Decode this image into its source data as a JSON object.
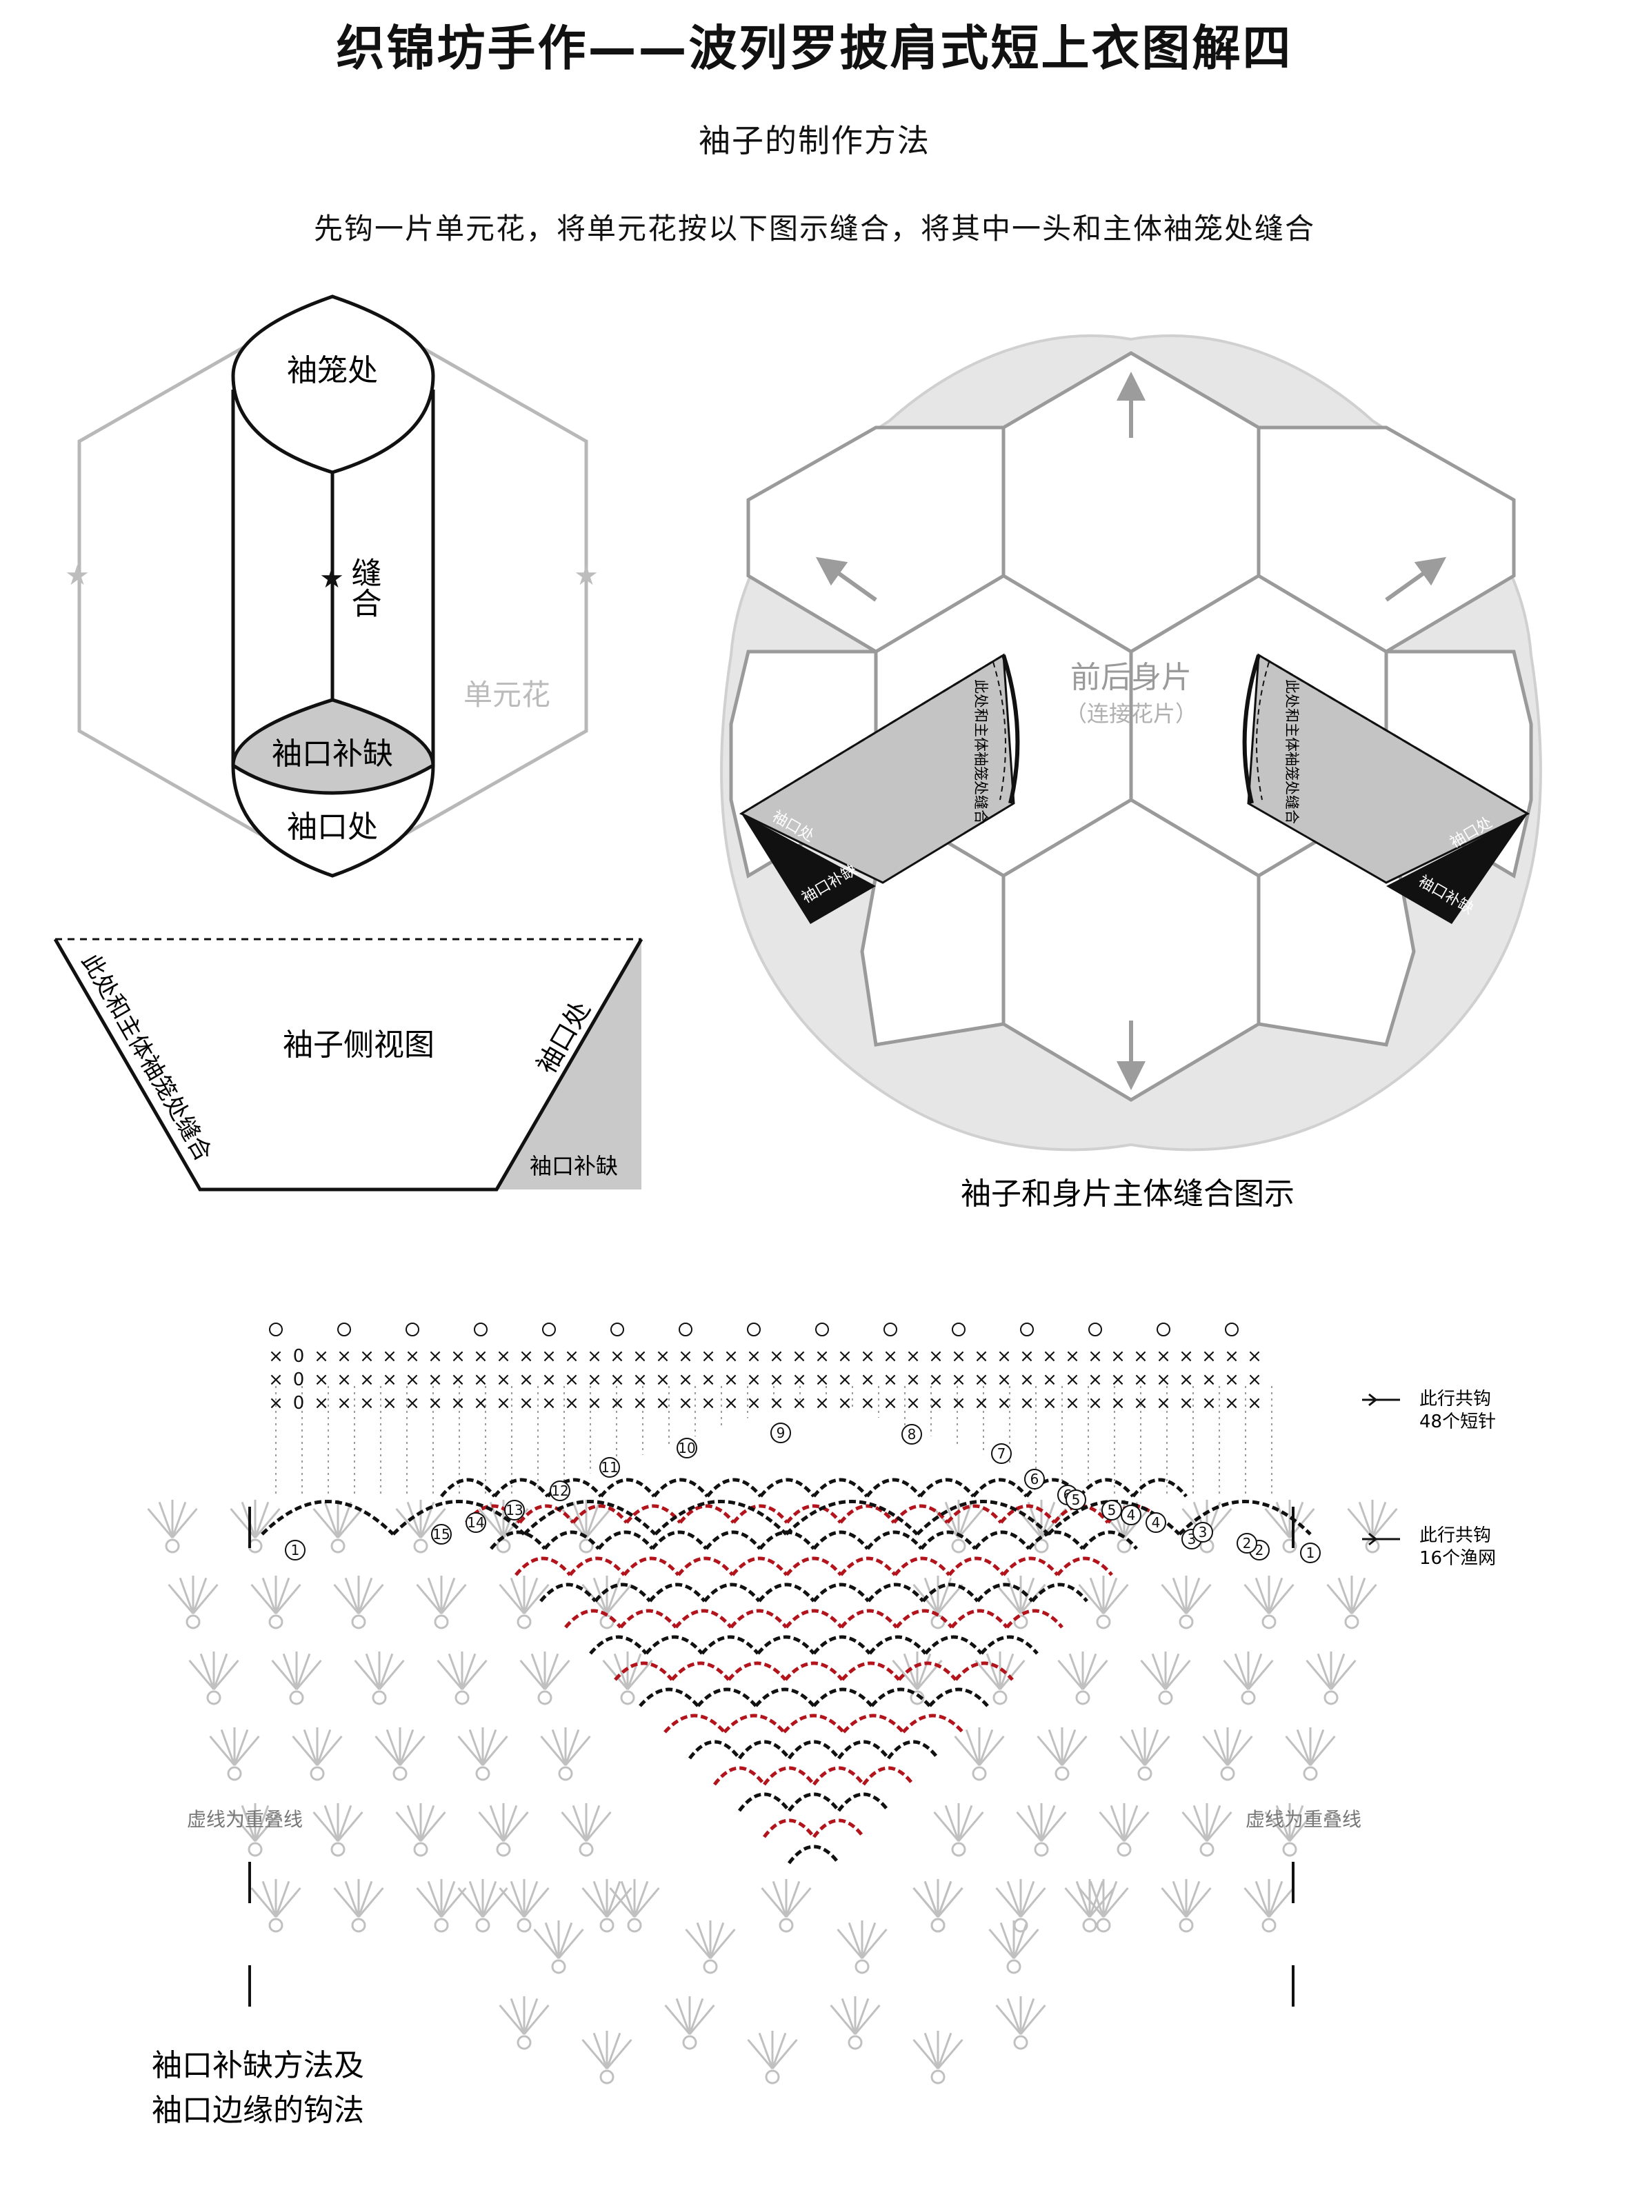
{
  "title": "织锦坊手作——波列罗披肩式短上衣图解四",
  "subtitle": "袖子的制作方法",
  "instruction": "先钩一片单元花，将单元花按以下图示缝合，将其中一头和主体袖笼处缝合",
  "tube_diagram": {
    "top_label": "袖笼处",
    "seam_label": "缝合",
    "motif_label": "单元花",
    "patch_label": "袖口补缺",
    "cuff_label": "袖口处"
  },
  "side_view": {
    "title": "袖子侧视图",
    "left_edge_label": "此处和主体袖笼处缝合",
    "cuff_label": "袖口处",
    "patch_label": "袖口补缺"
  },
  "assembly": {
    "body_label": "前后身片",
    "body_sub": "（连接花片）",
    "seam_label": "此处和主体袖笼处缝合",
    "cuff_label": "袖口处",
    "patch_label": "袖口补缺",
    "caption": "袖子和身片主体缝合图示"
  },
  "chart": {
    "row_note_top_line1": "此行共钩",
    "row_note_top_line2": "48个短针",
    "row_note_bottom_line1": "此行共钩",
    "row_note_bottom_line2": "16个渔网",
    "dashed_note_left": "虚线为重叠线",
    "dashed_note_right": "虚线为重叠线",
    "caption_line1": "袖口补缺方法及",
    "caption_line2": "袖口边缘的钩法",
    "row_numbers": [
      "1",
      "2",
      "3",
      "4",
      "5",
      "6",
      "7",
      "8",
      "9",
      "10",
      "11",
      "12",
      "13",
      "14",
      "15",
      "1",
      "2",
      "3",
      "4",
      "5",
      "6"
    ],
    "stitch_x": "×",
    "stitch_o": "0",
    "accent_color": "#b3131b",
    "line_color": "#111111",
    "grey_color": "#bdbdbd"
  }
}
